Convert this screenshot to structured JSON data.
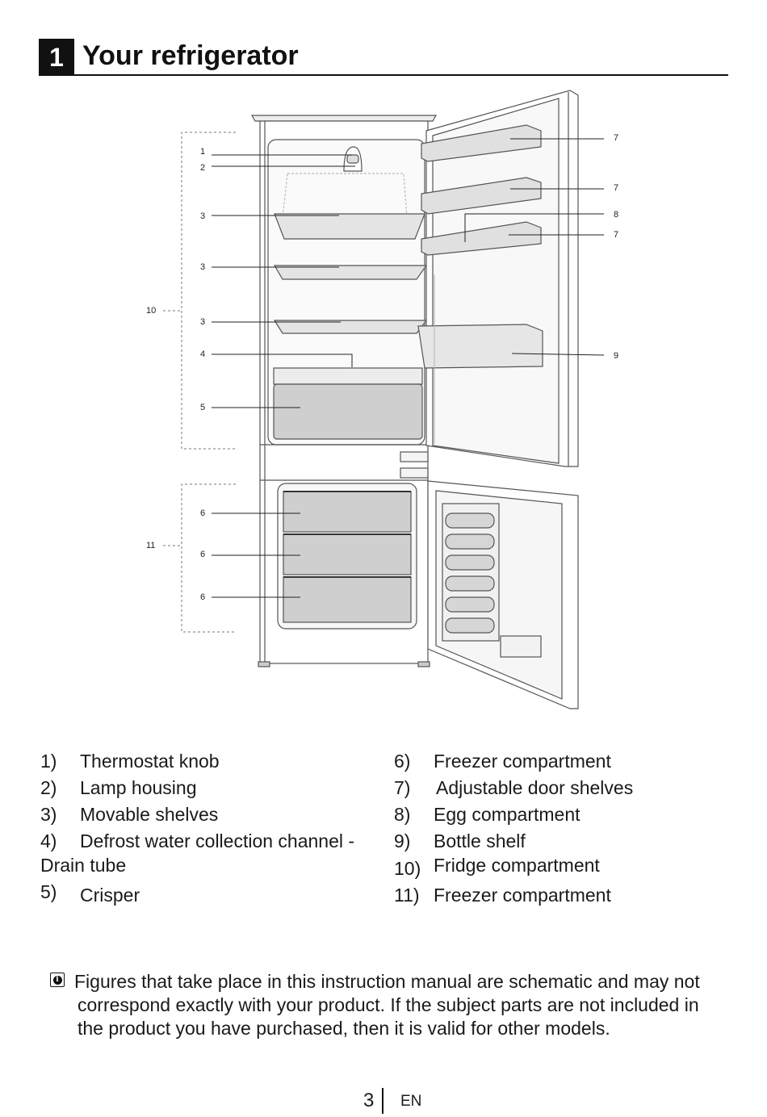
{
  "header": {
    "number": "1",
    "title": "Your refrigerator"
  },
  "callouts": [
    "1",
    "2",
    "3",
    "3",
    "3",
    "4",
    "5",
    "6",
    "6",
    "6",
    "10",
    "11",
    "7",
    "7",
    "8",
    "7",
    "9"
  ],
  "legend_left": [
    {
      "n": "1)",
      "t": "Thermostat knob"
    },
    {
      "n": "2)",
      "t": "Lamp housing"
    },
    {
      "n": "3)",
      "t": "Movable shelves"
    },
    {
      "n": "4)",
      "t": "Defrost water collection channel -",
      "t2": "Drain tube"
    },
    {
      "n": "5)",
      "t": "Crisper"
    }
  ],
  "legend_right": [
    {
      "n": "6)",
      "t": "Freezer compartment"
    },
    {
      "n": "7)",
      "t": "Adjustable door shelves"
    },
    {
      "n": "8)",
      "t": "Egg compartment"
    },
    {
      "n": "9)",
      "t": "Bottle shelf"
    },
    {
      "n": "10)",
      "t": "Fridge compartment"
    },
    {
      "n": "11)",
      "t": "Freezer compartment"
    }
  ],
  "note": {
    "icon": "info-icon",
    "line1": "Figures that take place in this instruction manual are schematic and may not",
    "line2": "correspond exactly with your product. If the subject parts are not included in",
    "line3": "the product you have purchased, then it is valid for other models."
  },
  "footer": {
    "page": "3",
    "lang": "EN"
  }
}
